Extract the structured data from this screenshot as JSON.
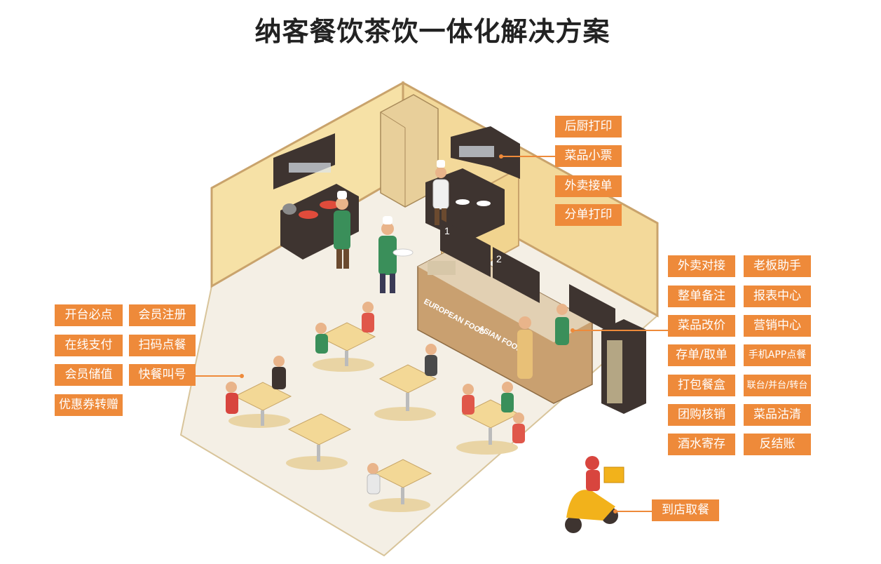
{
  "title": "纳客餐饮茶饮一体化解决方案",
  "kitchen_tags": [
    "后厨打印",
    "菜品小票",
    "外卖接单",
    "分单打印"
  ],
  "left_tags": [
    "开台必点",
    "会员注册",
    "在线支付",
    "扫码点餐",
    "会员储值",
    "快餐叫号",
    "优惠券转赠"
  ],
  "right_tags": [
    "外卖对接",
    "老板助手",
    "整单备注",
    "报表中心",
    "菜品改价",
    "营销中心",
    "存单/取单",
    "手机APP点餐",
    "打包餐盒",
    "联台/并台/转台",
    "团购核销",
    "菜品沽清",
    "酒水寄存",
    "反结账"
  ],
  "delivery_tag": "到店取餐",
  "counter_labels": {
    "window_1": "1",
    "window_2": "2",
    "european_food": "EUROPEAN FOOD",
    "asian_food": "ASIAN FOOD"
  },
  "colors": {
    "accent": "#ee8a3a",
    "wall": "#f6e1a9",
    "floor": "#f5f0e6",
    "wood": "#c6a070",
    "dark_panel": "#3e3430"
  }
}
